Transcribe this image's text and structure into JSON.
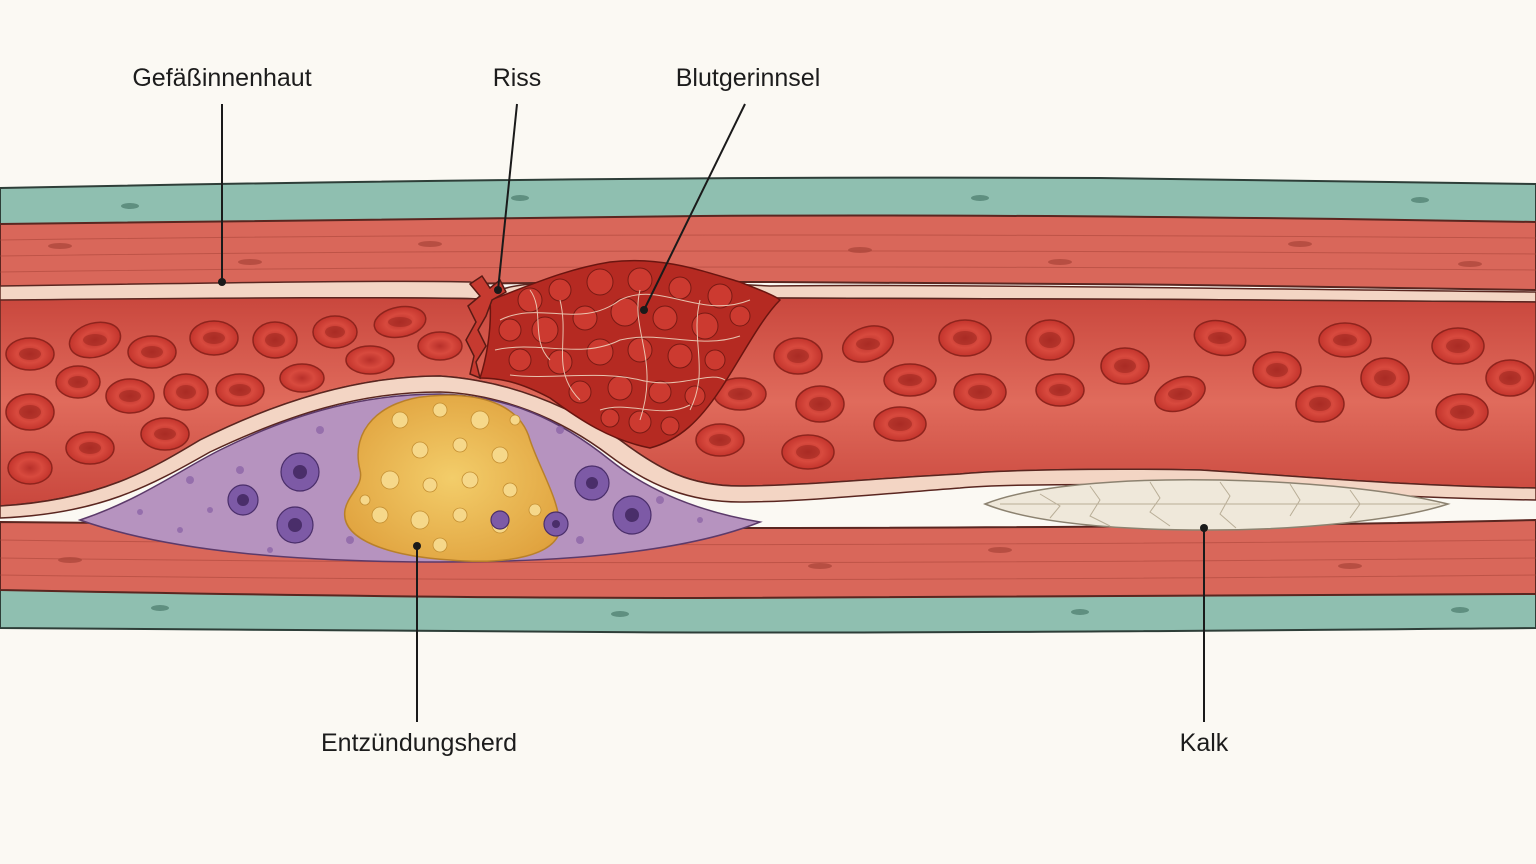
{
  "labels": {
    "intima": "Gefäßinnenhaut",
    "tear": "Riss",
    "clot": "Blutgerinnsel",
    "inflammation": "Entzündungsherd",
    "calcium": "Kalk"
  },
  "colors": {
    "background": "#fbf9f3",
    "adventitia": "#8fbfb0",
    "media": "#d9675a",
    "intima": "#f3d5c4",
    "lumen": "#d9574b",
    "red_cell": "#cf3b31",
    "clot": "#b52a22",
    "plaque": "#b693bf",
    "lipid": "#e7b44f",
    "macrophage": "#7d5aa6",
    "calcium": "#efe8da"
  }
}
